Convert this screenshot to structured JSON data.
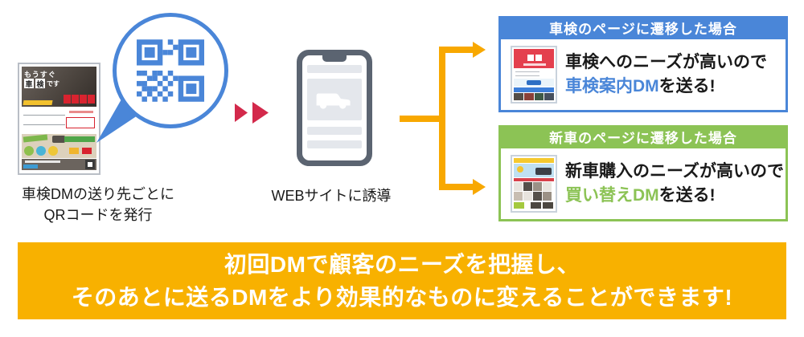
{
  "palette": {
    "blue": "#4A86D8",
    "green": "#8CC355",
    "orange_arrow": "#F8A800",
    "orange_banner": "#F8B100",
    "crimson": "#D3294B",
    "phone_frame": "#5B6471",
    "screen_block": "#E4E7EC",
    "text": "#1A1A1A"
  },
  "left": {
    "caption_line1": "車検DMの送り先ごとに",
    "caption_line2": "QRコードを発行",
    "flyer": {
      "line1": "もうすぐ",
      "kanji1": "車",
      "kanji2": "検",
      "suffix": "です"
    }
  },
  "middle": {
    "caption": "WEBサイトに誘導"
  },
  "branches": [
    {
      "header": "車検のページに遷移した場合",
      "line1": "車検へのニーズが高いので",
      "highlight": "車検案内DM",
      "line2_rest": "を送る!"
    },
    {
      "header": "新車のページに遷移した場合",
      "line1": "新車購入のニーズが高いので",
      "highlight": "買い替えDM",
      "line2_rest": "を送る!"
    }
  ],
  "banner": {
    "line1": "初回DMで顧客のニーズを把握し、",
    "line2": "そのあとに送るDMをより効果的なものに変えることができます!"
  },
  "icons": {
    "qr_code": "qr-code-icon",
    "speech_bubble": "speech-bubble-tail",
    "double_arrow": "double-play-arrow-icon",
    "van": "delivery-van-icon",
    "branch_arrow": "branch-arrow-icon"
  }
}
